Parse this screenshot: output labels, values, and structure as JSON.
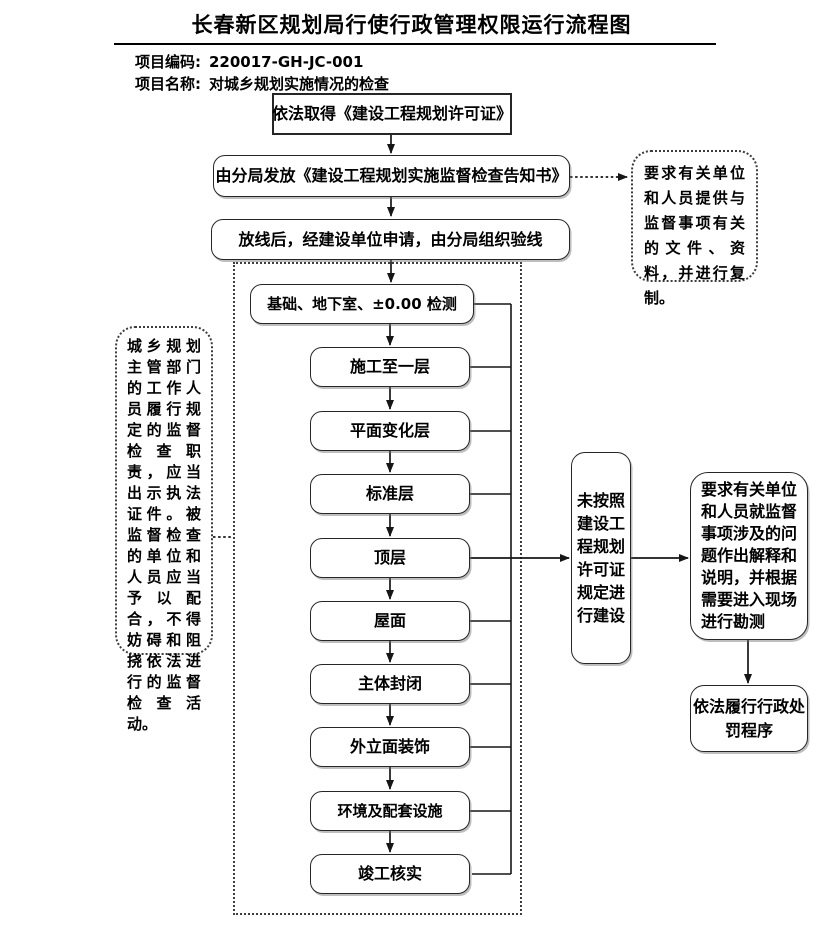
{
  "header": {
    "title": "长春新区规划局行使行政管理权限运行流程图",
    "project_code_label": "项目编码:",
    "project_code": "220017-GH-JC-001",
    "project_name_label": "项目名称:",
    "project_name": "对城乡规划实施情况的检查"
  },
  "flow": {
    "step_obtain_permit": "依法取得《建设工程规划许可证》",
    "step_issue_notice": "由分局发放《建设工程规划实施监督检查告知书》",
    "step_line_verification": "放线后，经建设单位申请，由分局组织验线",
    "stages": [
      "基础、地下室、±0.00 检测",
      "施工至一层",
      "平面变化层",
      "标准层",
      "顶层",
      "屋面",
      "主体封闭",
      "外立面装饰",
      "环境及配套设施",
      "竣工核实"
    ],
    "violation": "未按照建设工程规划许可证规定进行建设",
    "explanation": "要求有关单位和人员就监督事项涉及的问题作出解释和说明，并根据需要进入现场进行勘测",
    "punishment": "依法履行行政处罚程序"
  },
  "callouts": {
    "left_note": "城乡规划主管部门的工作人员履行规定的监督检查职责，应当出示执法证件。被监督检查的单位和人员应当予以配合，不得妨碍和阻挠依法进行的监督检查活动。",
    "right_note": "要求有关单位和人员提供与监督事项有关的文件、资料，并进行复制。"
  },
  "colors": {
    "ink": "#000000",
    "line": "#161616",
    "background": "#ffffff"
  }
}
